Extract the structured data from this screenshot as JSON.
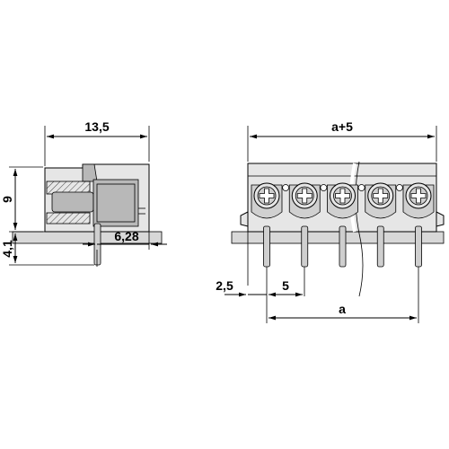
{
  "dimensions": {
    "width_side": "13,5",
    "height": "9",
    "below_pcb": "4,1",
    "pin_offset": "6,28",
    "total_length": "a+5",
    "edge_offset": "2,5",
    "pitch": "5",
    "pin_span": "a"
  },
  "view": {
    "terminal_count": 5
  }
}
